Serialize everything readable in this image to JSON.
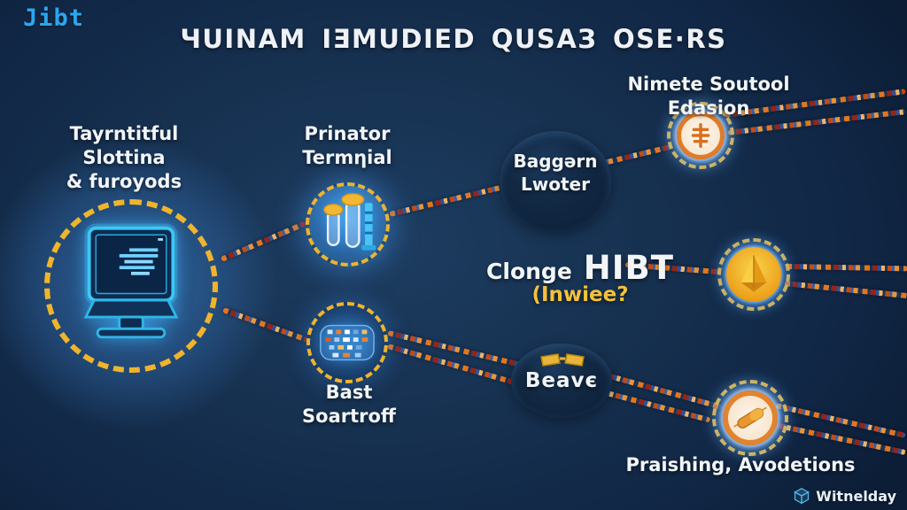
{
  "logo": {
    "text": "Jibt"
  },
  "title": "ЧUINAM IƎMUDIED QUSAЗ OSE·RS",
  "labels": {
    "monitor_line1": "Tayrntitful Slottina",
    "monitor_line2": "& furoyods",
    "tubes_line1": "Prinator",
    "tubes_line2": "Termηial",
    "circuit_line1": "Bast",
    "circuit_line2": "Soartroff",
    "coin": "Nimete Soutool Edasion",
    "capsule": "Praishing, Avodetions"
  },
  "bubbles": {
    "first_line1": "Baggərn",
    "first_line2": "Lwoter",
    "second": "Beavє"
  },
  "center_callout": {
    "prefix": "Clonge",
    "main": "HIBT",
    "sub": "(Inwiee?"
  },
  "watermark": "Witnelday",
  "icons": {
    "monitor": "computer-monitor-icon",
    "tubes": "test-tubes-icon",
    "circuit": "circuit-board-icon",
    "coin": "orange-seal-icon",
    "prism": "gold-prism-icon",
    "capsule": "orange-capsule-icon",
    "cube": "cube-icon",
    "glasses": "glasses-icon"
  },
  "colors": {
    "background": "#132e4e",
    "dashed_ring": "#f0b42c",
    "logo_blue": "#2aa7f0",
    "text": "#f2f5f8",
    "gold_text": "#f3c23a",
    "glow_blue": "#3c8ce6",
    "orange": "#e07a28"
  }
}
